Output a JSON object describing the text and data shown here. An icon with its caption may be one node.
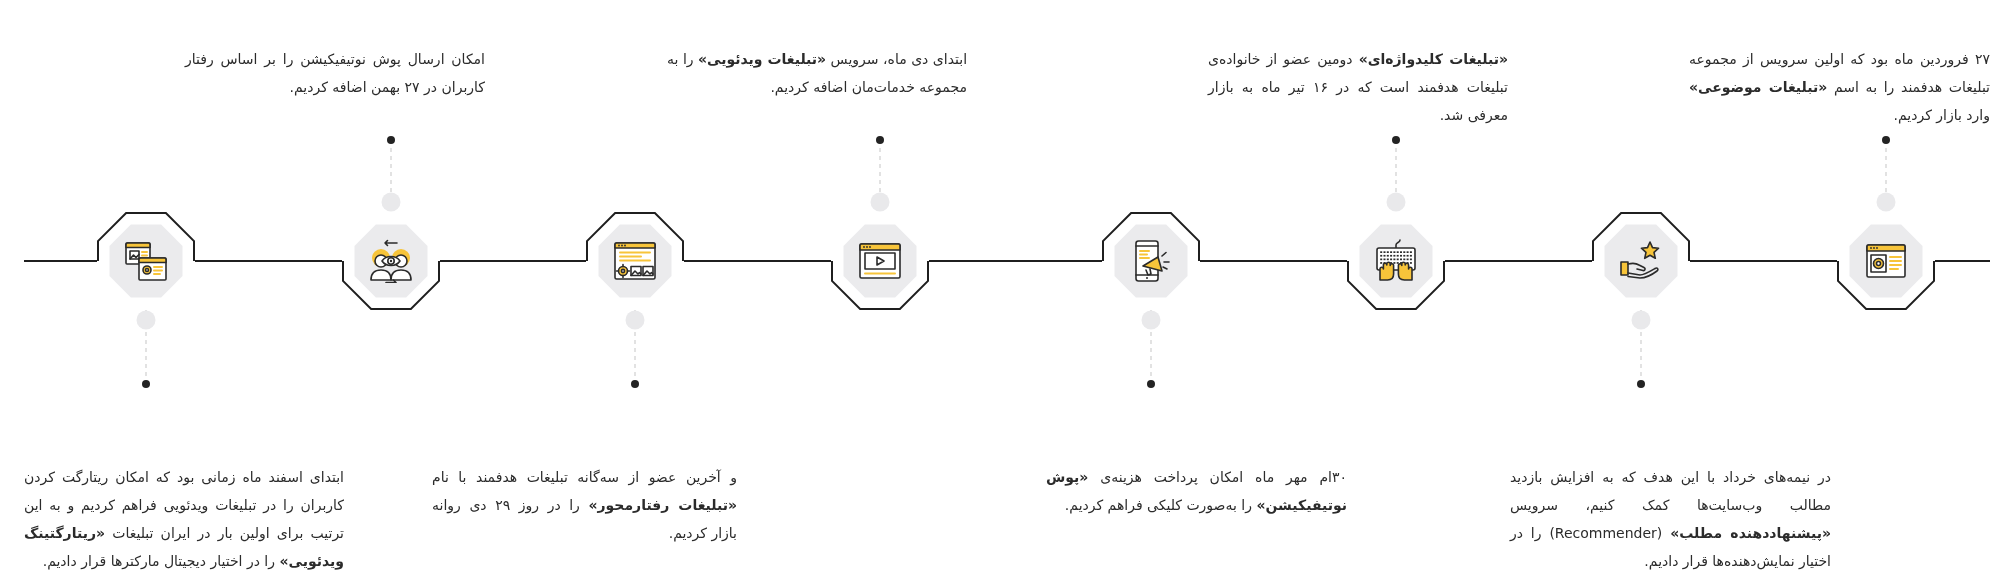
{
  "diagram": {
    "nodes": [
      {
        "text": [
          "۲۷ فروردین ماه بود که اولین سرویس از مجموعه تبلیغات هدفمند را به اسم **«تبلیغات موضوعی»** وارد بازار کردیم."
        ]
      },
      {
        "text": [],
        "shape": "octagon"
      },
      {
        "text": [
          "در نیمه‌های خرداد با این هدف که به افزایش بازدید مطالب وب‌سایت‌ها کمک کنیم، سرویس **«پیشنهاددهنده مطلب»** (Recommender) را در اختیار نمایش‌دهنده‌ها قرار دادیم."
        ]
      },
      {
        "text": [],
        "shape": "octagon"
      },
      {
        "text": [
          "**«تبلیغات کلیدواژه‌ای»** دومین عضو از خانواده‌ی تبلیغات هدفمند است که در ۱۶ تیر ماه به بازار معرفی شد."
        ]
      },
      {
        "text": [],
        "shape": "octagon"
      },
      {
        "text": [
          "۳۰ام مهر ماه امکان پرداخت هزینه‌ی **«پوش نوتیفیکیشن»** را به‌صورت کلیکی فراهم کردیم."
        ]
      },
      {
        "text": [],
        "shape": "octagon"
      },
      {
        "text": [
          "ابتدای دی ماه، سرویس **«تبلیغات ویدئویی»** را به مجموعه خدمات‌مان اضافه کردیم."
        ]
      },
      {
        "text": [],
        "shape": "octagon"
      },
      {
        "text": [
          "و آخرین عضو از سه‌گانه تبلیغات هدفمند با نام **«تبلیغات رفتارمحور»** را در روز ۲۹ دی روانه بازار کردیم."
        ]
      },
      {
        "text": [],
        "shape": "octagon"
      },
      {
        "text": [
          "امکان ارسال پوش نوتیفیکیشن را بر اساس رفتار کاربران در ۲۷ بهمن اضافه کردیم."
        ]
      },
      {
        "text": [],
        "shape": "octagon"
      },
      {
        "text": [
          "ابتدای اسفند ماه زمانی بود که امکان ریتارگت کردن کاربران را در تبلیغات ویدئویی فراهم کردیم و به این ترتیب برای اولین بار در ایران تبلیغات **«ریتارگتینگ ویدئویی»** را در اختیار دیجیتال مارکترها قرار دادیم."
        ]
      },
      {
        "text": [],
        "shape": "octagon"
      }
    ],
    "edges": [
      {
        "from": 0,
        "to": 1,
        "arrow": "other",
        "style": "dashed",
        "color": "#d9d9d9"
      },
      {
        "from": 2,
        "to": 3,
        "arrow": "other",
        "style": "dashed",
        "color": "#d9d9d9"
      },
      {
        "from": 4,
        "to": 5,
        "arrow": "other",
        "style": "dashed",
        "color": "#d9d9d9"
      },
      {
        "from": 6,
        "to": 7,
        "arrow": "other",
        "style": "dashed",
        "color": "#d9d9d9"
      },
      {
        "from": 8,
        "to": 9,
        "arrow": "other",
        "style": "dashed",
        "color": "#d9d9d9"
      },
      {
        "from": 10,
        "to": 11,
        "arrow": "other",
        "style": "dashed",
        "color": "#d9d9d9"
      },
      {
        "from": 12,
        "to": 13,
        "arrow": "other",
        "style": "dashed",
        "color": "#d9d9d9"
      },
      {
        "from": 14,
        "to": 15,
        "arrow": "other",
        "style": "dashed",
        "color": "#d9d9d9"
      },
      {
        "from": null,
        "to": 1,
        "arrow": "none"
      },
      {
        "from": 1,
        "to": 3,
        "arrow": "none"
      },
      {
        "from": 3,
        "to": 5,
        "arrow": "none"
      },
      {
        "from": 5,
        "to": 7,
        "arrow": "none"
      },
      {
        "from": 7,
        "to": 9,
        "arrow": "none"
      },
      {
        "from": 9,
        "to": 11,
        "arrow": "none"
      },
      {
        "from": 11,
        "to": 13,
        "arrow": "none"
      },
      {
        "from": 13,
        "to": 15,
        "arrow": "none"
      },
      {
        "from": 15,
        "to": null,
        "arrow": "none"
      }
    ]
  }
}
